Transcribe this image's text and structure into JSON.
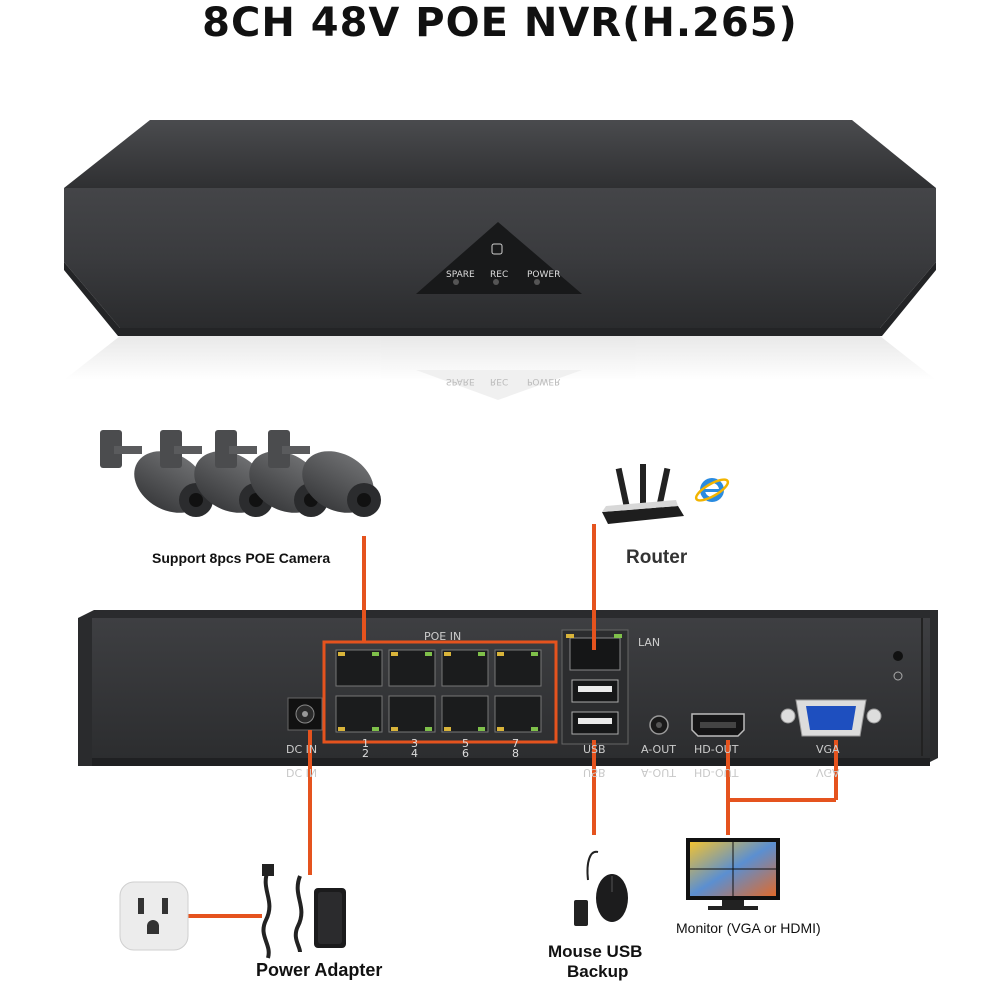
{
  "title": "8CH 48V POE NVR(H.265)",
  "front_panel": {
    "indicators": [
      "SPARE",
      "REC",
      "POWER"
    ],
    "reflection": [
      "SPARE",
      "REC",
      "POWER"
    ]
  },
  "rear_panel": {
    "poe_in": "POE  IN",
    "lan": "LAN",
    "dc_in": "DC IN",
    "usb": "USB",
    "a_out": "A-OUT",
    "hd_out": "HD-OUT",
    "vga": "VGA",
    "port_numbers": [
      "1",
      "2",
      "3",
      "4",
      "5",
      "6",
      "7",
      "8"
    ]
  },
  "reflection_labels": {
    "dc_in": "DC IN",
    "usb": "USB",
    "a_out": "A-OUT",
    "hd_out": "HD-OUT",
    "vga": "VGA"
  },
  "labels": {
    "cameras": "Support 8pcs POE Camera",
    "router": "Router",
    "power": "Power Adapter",
    "mouse_line1": "Mouse USB",
    "mouse_line2": "Backup",
    "monitor": "Monitor (VGA or HDMI)"
  },
  "colors": {
    "connector": "#e5531e",
    "device": "#3a3b3d",
    "ports_frame": "#e5531e"
  }
}
